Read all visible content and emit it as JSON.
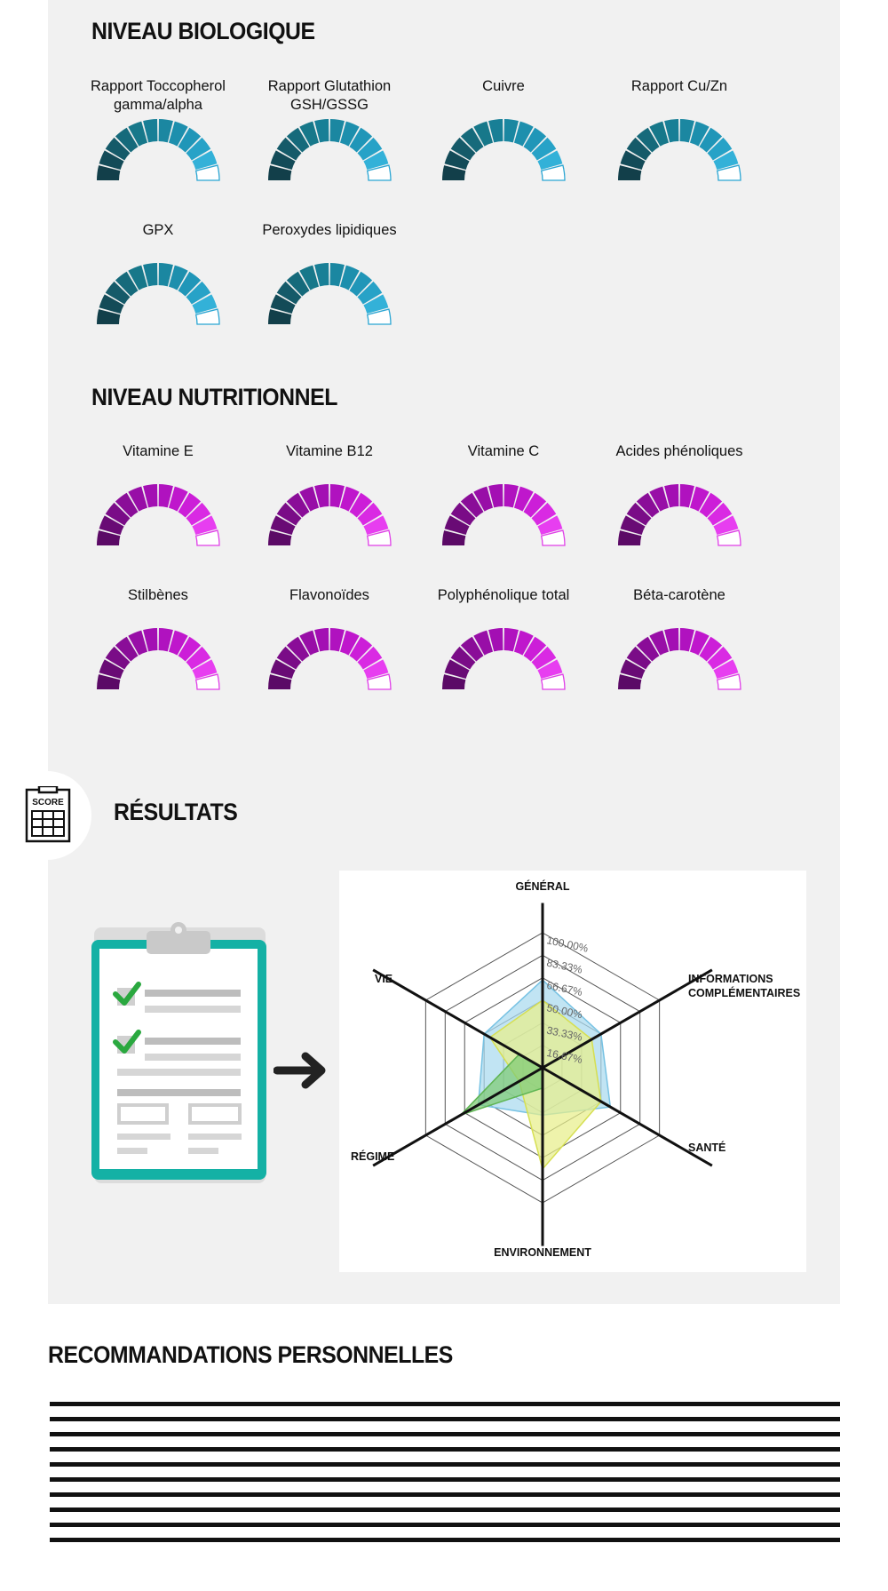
{
  "biological": {
    "title": "NIVEAU BIOLOGIQUE",
    "items": [
      {
        "label": "Rapport Toccopherol gamma/alpha"
      },
      {
        "label": "Rapport Glutathion GSH/GSSG"
      },
      {
        "label": "Cuivre"
      },
      {
        "label": "Rapport Cu/Zn"
      },
      {
        "label": "GPX"
      },
      {
        "label": "Peroxydes lipidiques"
      }
    ],
    "palette": [
      "#123f4a",
      "#134b58",
      "#155a69",
      "#166a7b",
      "#17788a",
      "#187f96",
      "#1b87a1",
      "#1d8fad",
      "#2096b8",
      "#27a2c7",
      "#33b1d8",
      "#ffffff"
    ],
    "outline": "#2ba6d3"
  },
  "nutritional": {
    "title": "NIVEAU NUTRITIONNEL",
    "items": [
      {
        "label": "Vitamine E"
      },
      {
        "label": "Vitamine B12"
      },
      {
        "label": "Vitamine C"
      },
      {
        "label": "Acides phénoliques"
      },
      {
        "label": "Stilbènes"
      },
      {
        "label": "Flavonoïdes"
      },
      {
        "label": "Polyphénolique total"
      },
      {
        "label": "Béta-carotène"
      }
    ],
    "palette": [
      "#5b0a66",
      "#690b75",
      "#7a0c87",
      "#8a0d98",
      "#980ea7",
      "#a30fb3",
      "#b012bf",
      "#bf17cc",
      "#cc1ed8",
      "#d92ae3",
      "#e73ef0",
      "#ffffff"
    ],
    "outline": "#e03fe8"
  },
  "results": {
    "title": "RÉSULTATS",
    "badge_icon": "score-sheet-icon",
    "badge_text": "SCORE",
    "clipboard_icon": "clipboard-checklist-icon",
    "arrow_icon": "arrow-right-icon"
  },
  "chart_data": {
    "type": "radar",
    "axes": [
      "GÉNÉRAL",
      "INFORMATIONS COMPLÉMENTAIRES",
      "SANTÉ",
      "ENVIRONNEMENT",
      "RÉGIME",
      "VIE"
    ],
    "ticks": [
      "16.67%",
      "33.33%",
      "50.00%",
      "66.67%",
      "83.33%",
      "100.00%"
    ],
    "max": 100,
    "series": [
      {
        "color": "#a9d9ef",
        "stroke": "#77c2e3",
        "values": [
          65,
          50,
          58,
          35,
          55,
          50
        ]
      },
      {
        "color": "#e8ef8a",
        "stroke": "#d6df52",
        "values": [
          50,
          42,
          50,
          75,
          20,
          45
        ]
      },
      {
        "color": "#7ecb73",
        "stroke": "#5fb553",
        "values": [
          0,
          0,
          0,
          15,
          70,
          20
        ]
      }
    ]
  },
  "recommendations": {
    "title": "RECOMMANDATIONS PERSONNELLES",
    "line_count": 10
  }
}
